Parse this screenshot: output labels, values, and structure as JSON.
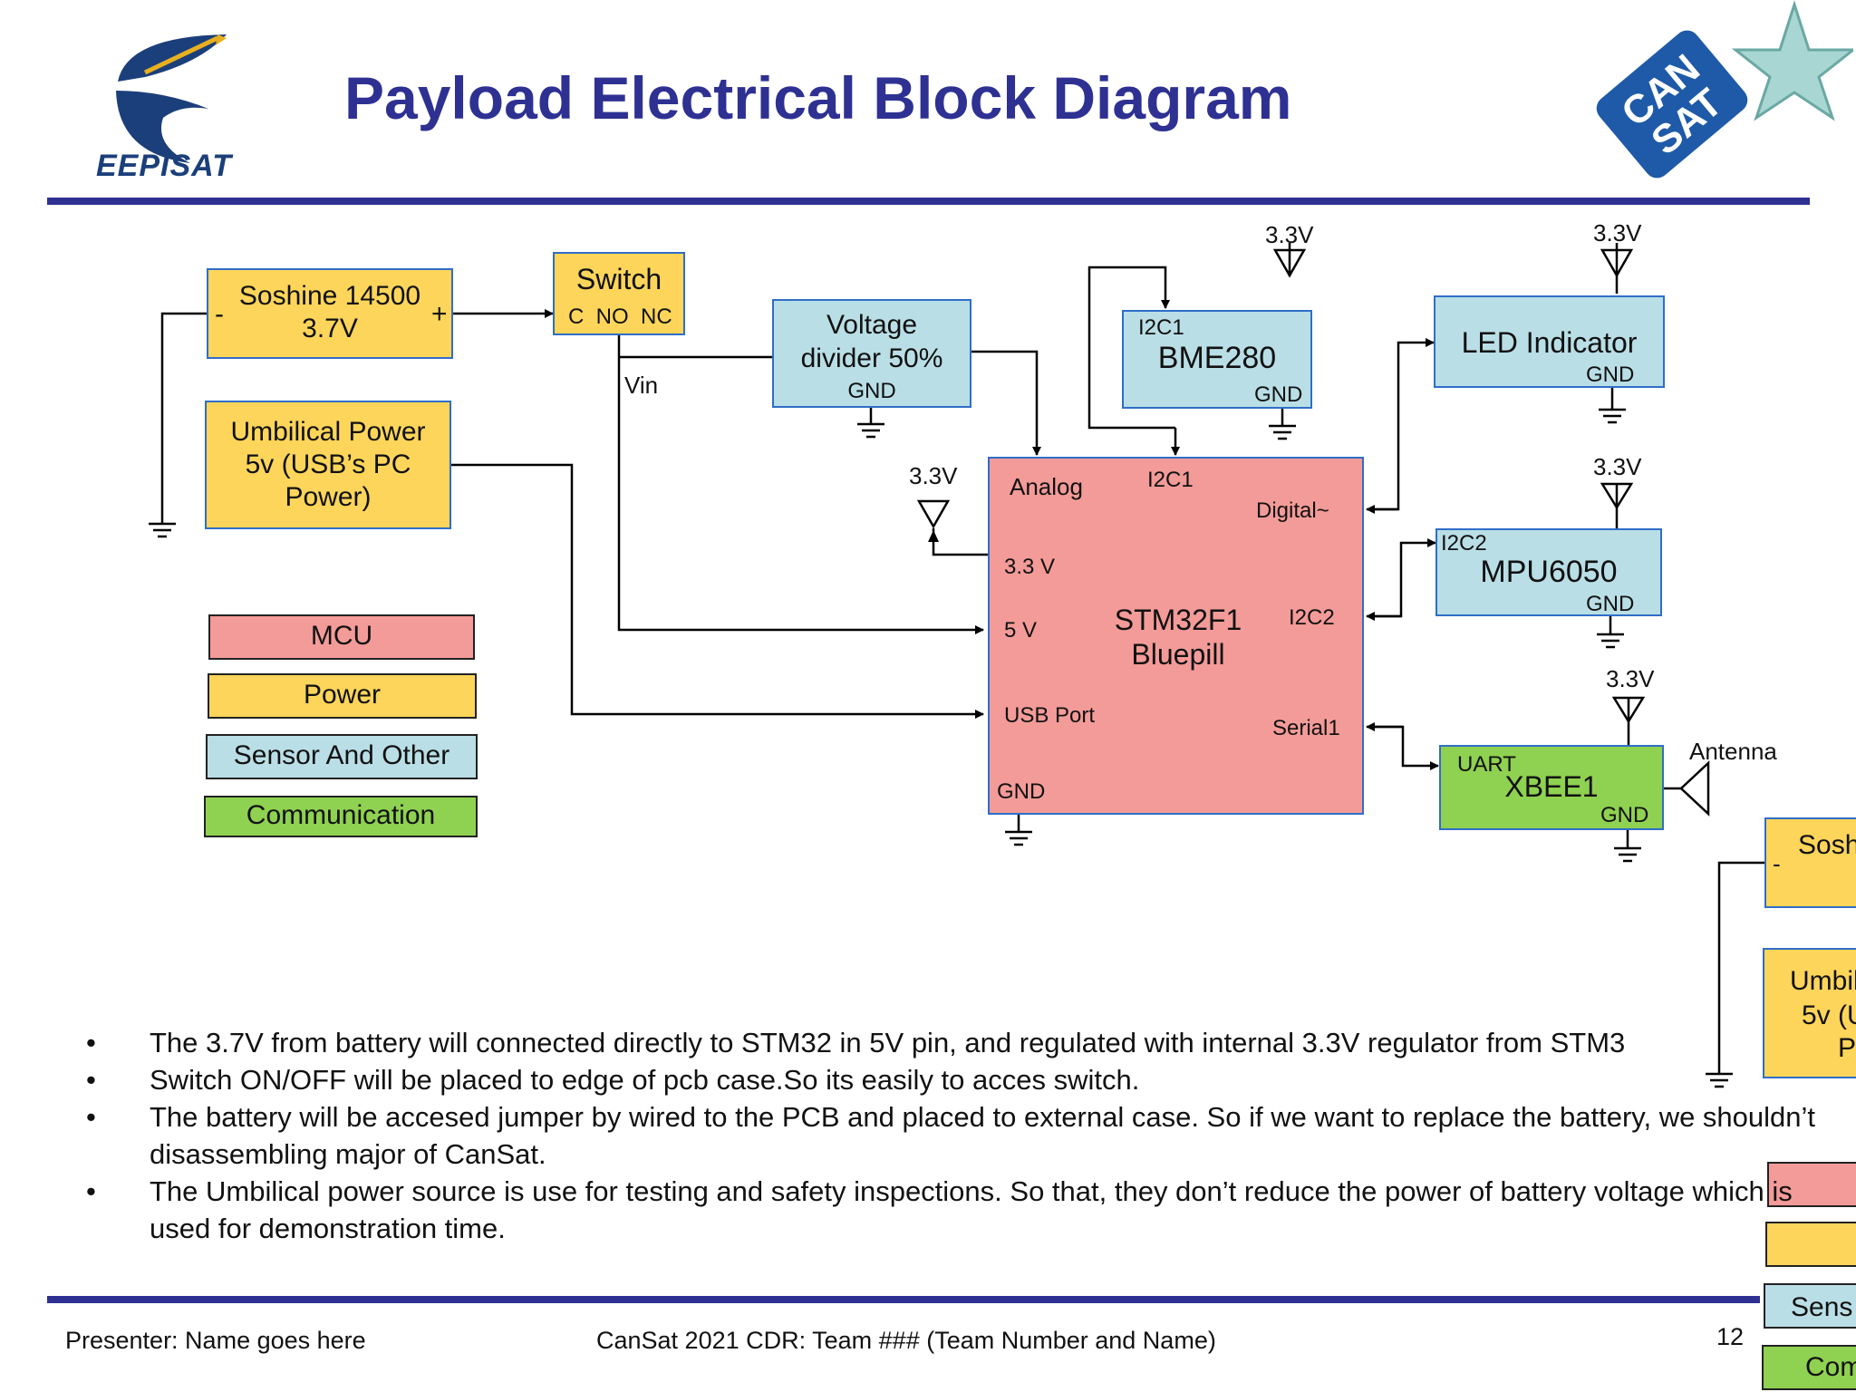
{
  "header": {
    "title": "Payload Electrical Block Diagram",
    "team_logo_text": "EEPISAT",
    "cansat_logo_text": "CANSAT"
  },
  "diagram": {
    "battery": {
      "line1": "Soshine 14500",
      "line2": "3.7V",
      "minus": "-",
      "plus": "+"
    },
    "switch": {
      "title": "Switch",
      "pins": "C  NO  NC"
    },
    "vin_label": "Vin",
    "voltage_divider": {
      "line1": "Voltage",
      "line2": "divider 50%",
      "gnd": "GND"
    },
    "umbilical": {
      "line1": "Umbilical Power",
      "line2": "5v (USB’s PC",
      "line3": "Power)"
    },
    "bme280": {
      "port": "I2C1",
      "name": "BME280",
      "gnd": "GND",
      "vcc": "3.3V"
    },
    "led": {
      "name": "LED Indicator",
      "gnd": "GND",
      "vcc": "3.3V"
    },
    "mpu6050": {
      "port": "I2C2",
      "name": "MPU6050",
      "gnd": "GND",
      "vcc": "3.3V"
    },
    "xbee": {
      "port": "UART",
      "name": "XBEE1",
      "gnd": "GND",
      "vcc": "3.3V",
      "antenna": "Antenna"
    },
    "mcu": {
      "line1": "STM32F1",
      "line2": "Bluepill",
      "analog": "Analog",
      "i2c1": "I2C1",
      "digital": "Digital~",
      "v33": "3.3 V",
      "v5": "5 V",
      "i2c2": "I2C2",
      "usb": "USB Port",
      "serial1": "Serial1",
      "gnd": "GND"
    },
    "out_33v": "3.3V"
  },
  "legend": [
    {
      "label": "MCU",
      "color": "#f39b98"
    },
    {
      "label": "Power",
      "color": "#fdd55a"
    },
    {
      "label": "Sensor And Other",
      "color": "#b9dee6"
    },
    {
      "label": "Communication",
      "color": "#8fd150"
    }
  ],
  "overlay": {
    "battery_fragment": "Sosh",
    "minus": "-",
    "umbilical_line1": "Umbil",
    "umbilical_line2": "5v (U",
    "umbilical_line3": "P",
    "sensor_fragment": "Sens",
    "comm_fragment": "Com"
  },
  "bullets": [
    "The 3.7V from battery will connected directly to STM32 in 5V pin, and regulated with internal 3.3V regulator from STM3",
    "Switch ON/OFF will be placed to edge of pcb case.So its easily to acces switch.",
    "The battery will be accesed jumper by wired to the PCB and placed to external case. So if we want to replace the battery, we shouldn’t disassembling major of CanSat.",
    "The Umbilical power source is use for testing and safety inspections. So that, they don’t reduce the power of battery voltage which is used for demonstration time."
  ],
  "footer": {
    "presenter": "Presenter:  Name goes here",
    "center": "CanSat 2021 CDR:  Team ### (Team Number and Name)",
    "page": "12"
  }
}
